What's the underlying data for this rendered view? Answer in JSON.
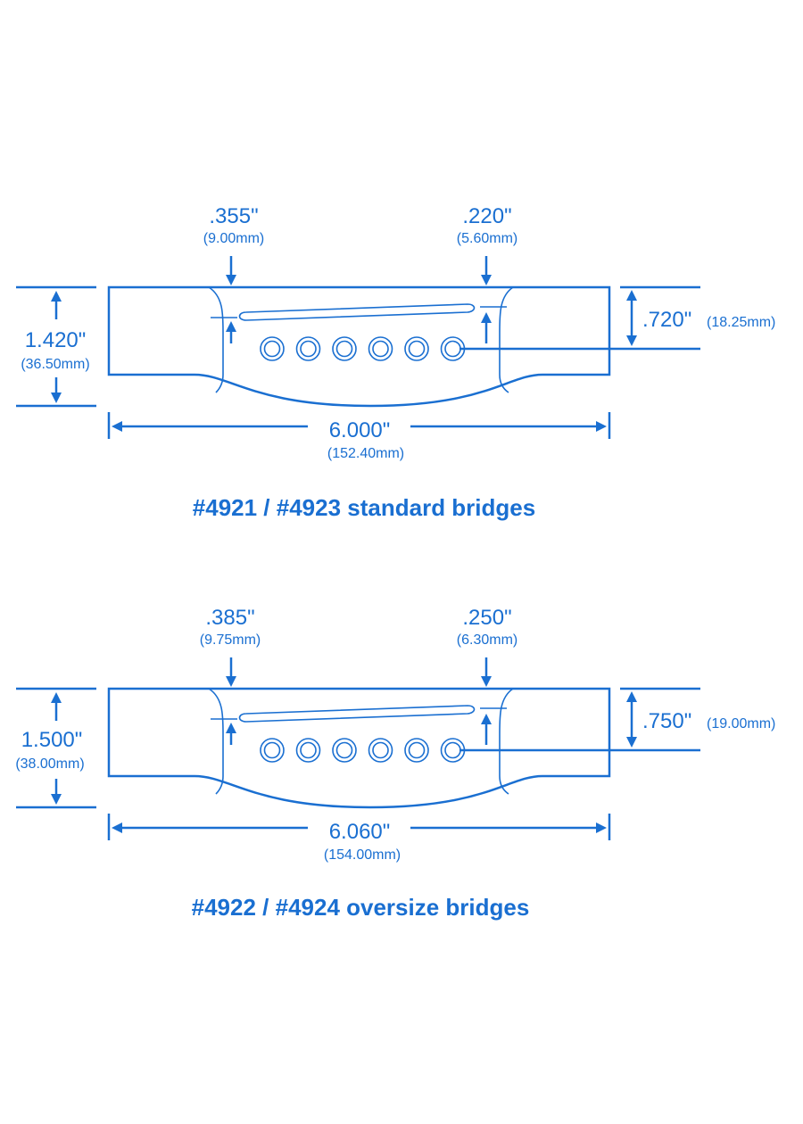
{
  "colors": {
    "line": "#1a6fd1",
    "background": "#ffffff"
  },
  "bridges": [
    {
      "caption": "#4921 / #4923 standard bridges",
      "height_in": "1.420\"",
      "height_mm": "(36.50mm)",
      "left_slot_in": ".355\"",
      "left_slot_mm": "(9.00mm)",
      "right_slot_in": ".220\"",
      "right_slot_mm": "(5.60mm)",
      "pin_line_in": ".720\"",
      "pin_line_mm": "(18.25mm)",
      "length_in": "6.000\"",
      "length_mm": "(152.40mm)",
      "pin_count": 6
    },
    {
      "caption": "#4922 / #4924 oversize bridges",
      "height_in": "1.500\"",
      "height_mm": "(38.00mm)",
      "left_slot_in": ".385\"",
      "left_slot_mm": "(9.75mm)",
      "right_slot_in": ".250\"",
      "right_slot_mm": "(6.30mm)",
      "pin_line_in": ".750\"",
      "pin_line_mm": "(19.00mm)",
      "length_in": "6.060\"",
      "length_mm": "(154.00mm)",
      "pin_count": 6
    }
  ]
}
